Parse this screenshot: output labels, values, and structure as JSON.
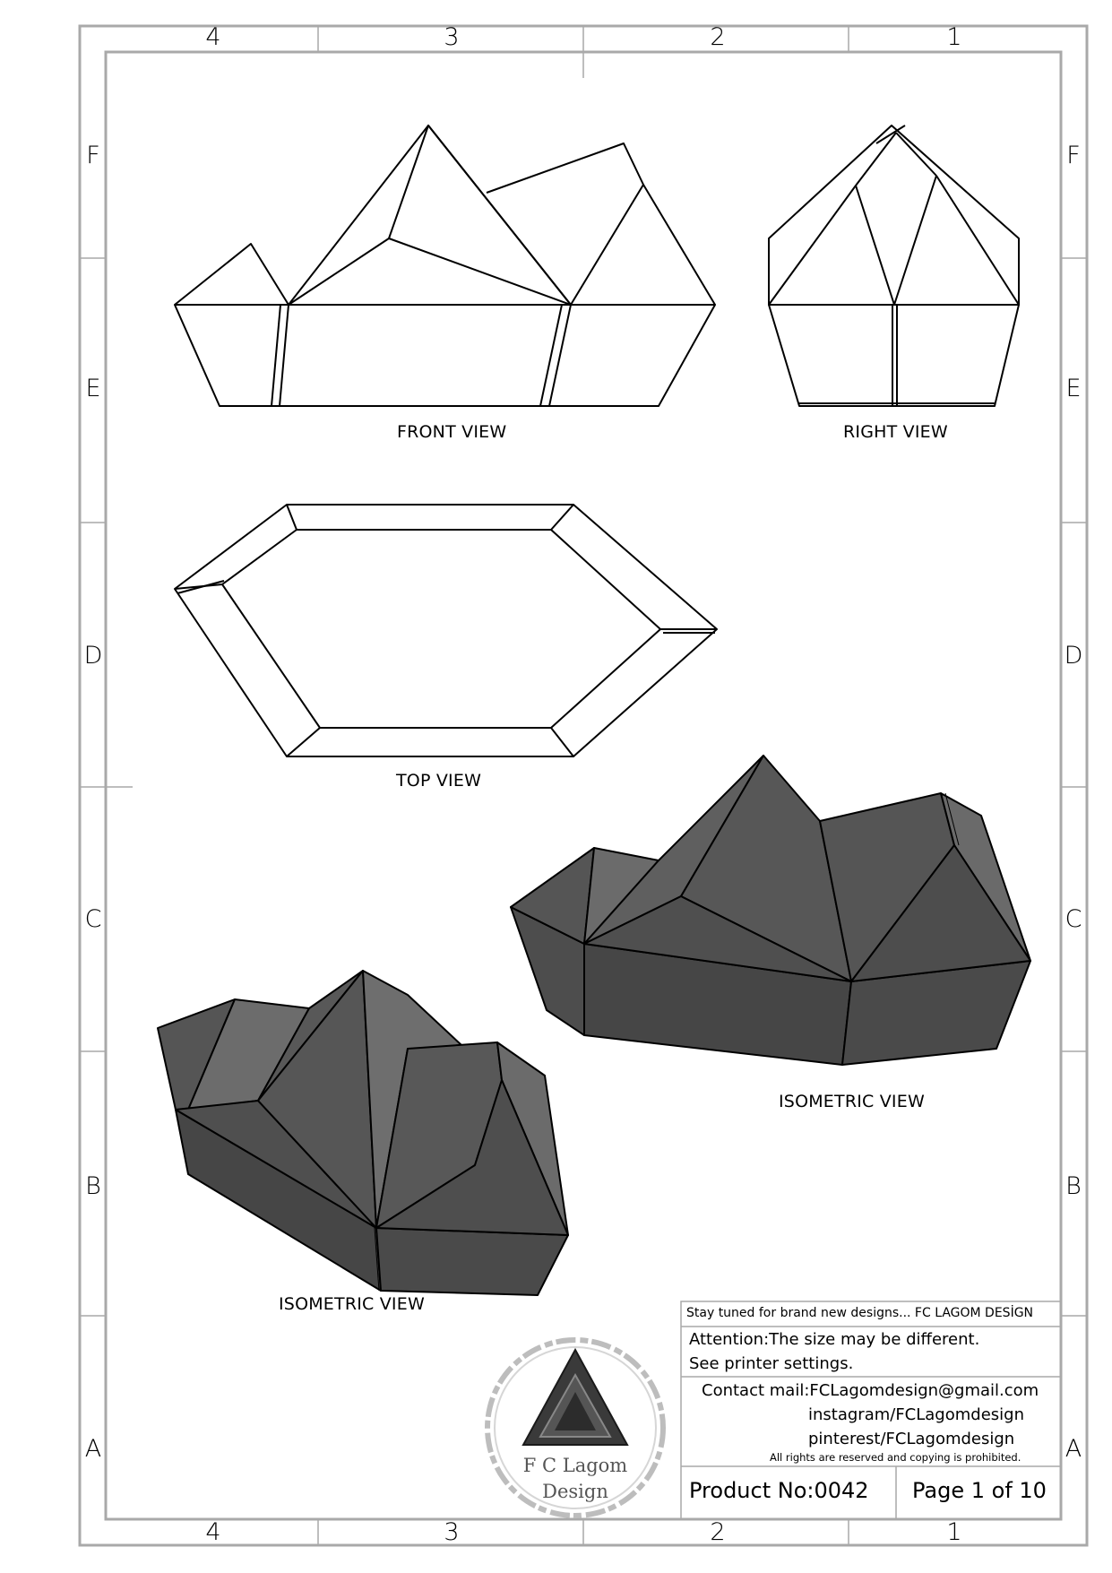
{
  "zones": {
    "columns": [
      "4",
      "3",
      "2",
      "1"
    ],
    "rows": [
      "F",
      "E",
      "D",
      "C",
      "B",
      "A"
    ]
  },
  "views": {
    "front": "FRONT VIEW",
    "right": "RIGHT VIEW",
    "top": "TOP VIEW",
    "iso_1": "ISOMETRIC VIEW",
    "iso_2": "ISOMETRIC VIEW"
  },
  "logo": {
    "line1": "F C Lagom",
    "line2": "Design"
  },
  "title_block": {
    "tagline": "Stay tuned for brand new designs... FC LAGOM DESİGN",
    "attention_1": "Attention:The size may be different.",
    "attention_2": "See printer settings.",
    "contact": "Contact mail:FCLagomdesign@gmail.com",
    "instagram": "instagram/FCLagomdesign",
    "pinterest": "pinterest/FCLagomdesign",
    "rights": "All rights are reserved and copying is prohibited.",
    "product": "Product No:0042",
    "page": "Page 1 of 10"
  },
  "colors": {
    "line": "#000000",
    "frame": "#a9a9a9",
    "solid_dark": "#474747",
    "solid_mid": "#5a5a5a",
    "solid_light": "#6e6e6e"
  }
}
